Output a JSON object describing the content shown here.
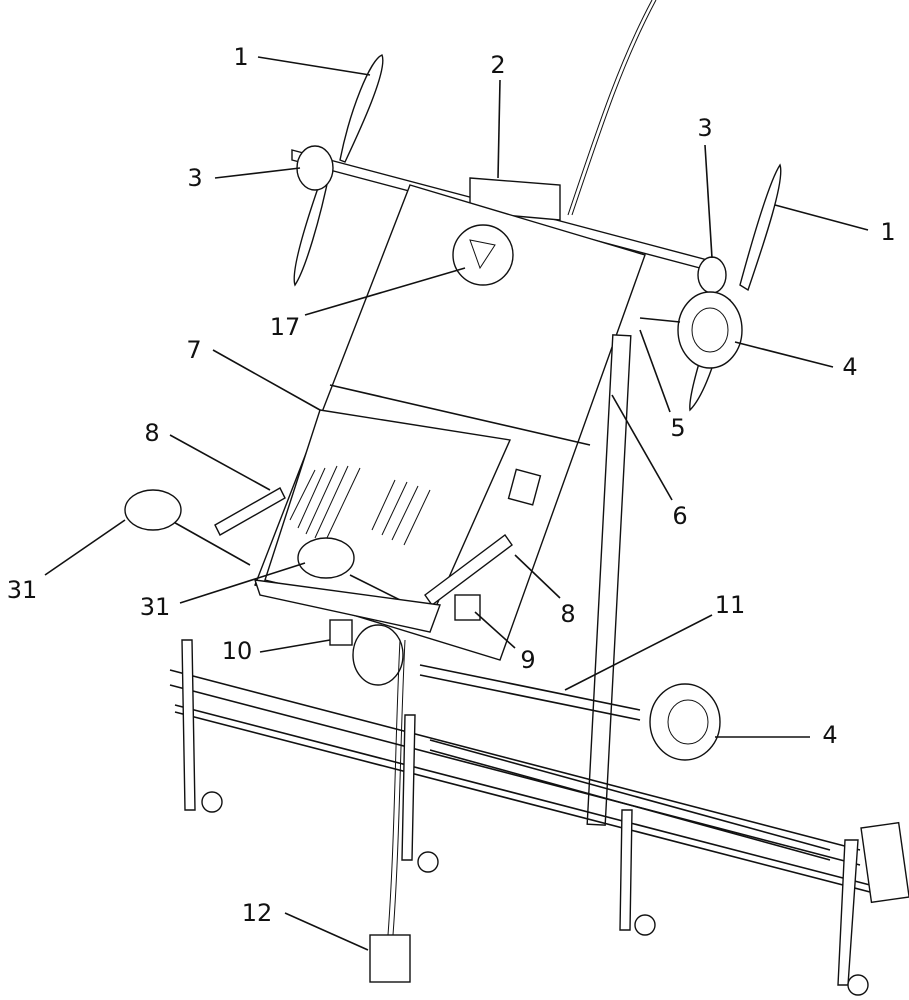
{
  "figure": {
    "labels": [
      {
        "id": "l1a",
        "text": "1"
      },
      {
        "id": "l2",
        "text": "2"
      },
      {
        "id": "l3a",
        "text": "3"
      },
      {
        "id": "l3b",
        "text": "3"
      },
      {
        "id": "l1b",
        "text": "1"
      },
      {
        "id": "l17",
        "text": "17"
      },
      {
        "id": "l7",
        "text": "7"
      },
      {
        "id": "l4a",
        "text": "4"
      },
      {
        "id": "l5",
        "text": "5"
      },
      {
        "id": "l8a",
        "text": "8"
      },
      {
        "id": "l6",
        "text": "6"
      },
      {
        "id": "l31a",
        "text": "31"
      },
      {
        "id": "l31b",
        "text": "31"
      },
      {
        "id": "l8b",
        "text": "8"
      },
      {
        "id": "l11",
        "text": "11"
      },
      {
        "id": "l9",
        "text": "9"
      },
      {
        "id": "l10",
        "text": "10"
      },
      {
        "id": "l4b",
        "text": "4"
      },
      {
        "id": "l12",
        "text": "12"
      }
    ]
  }
}
